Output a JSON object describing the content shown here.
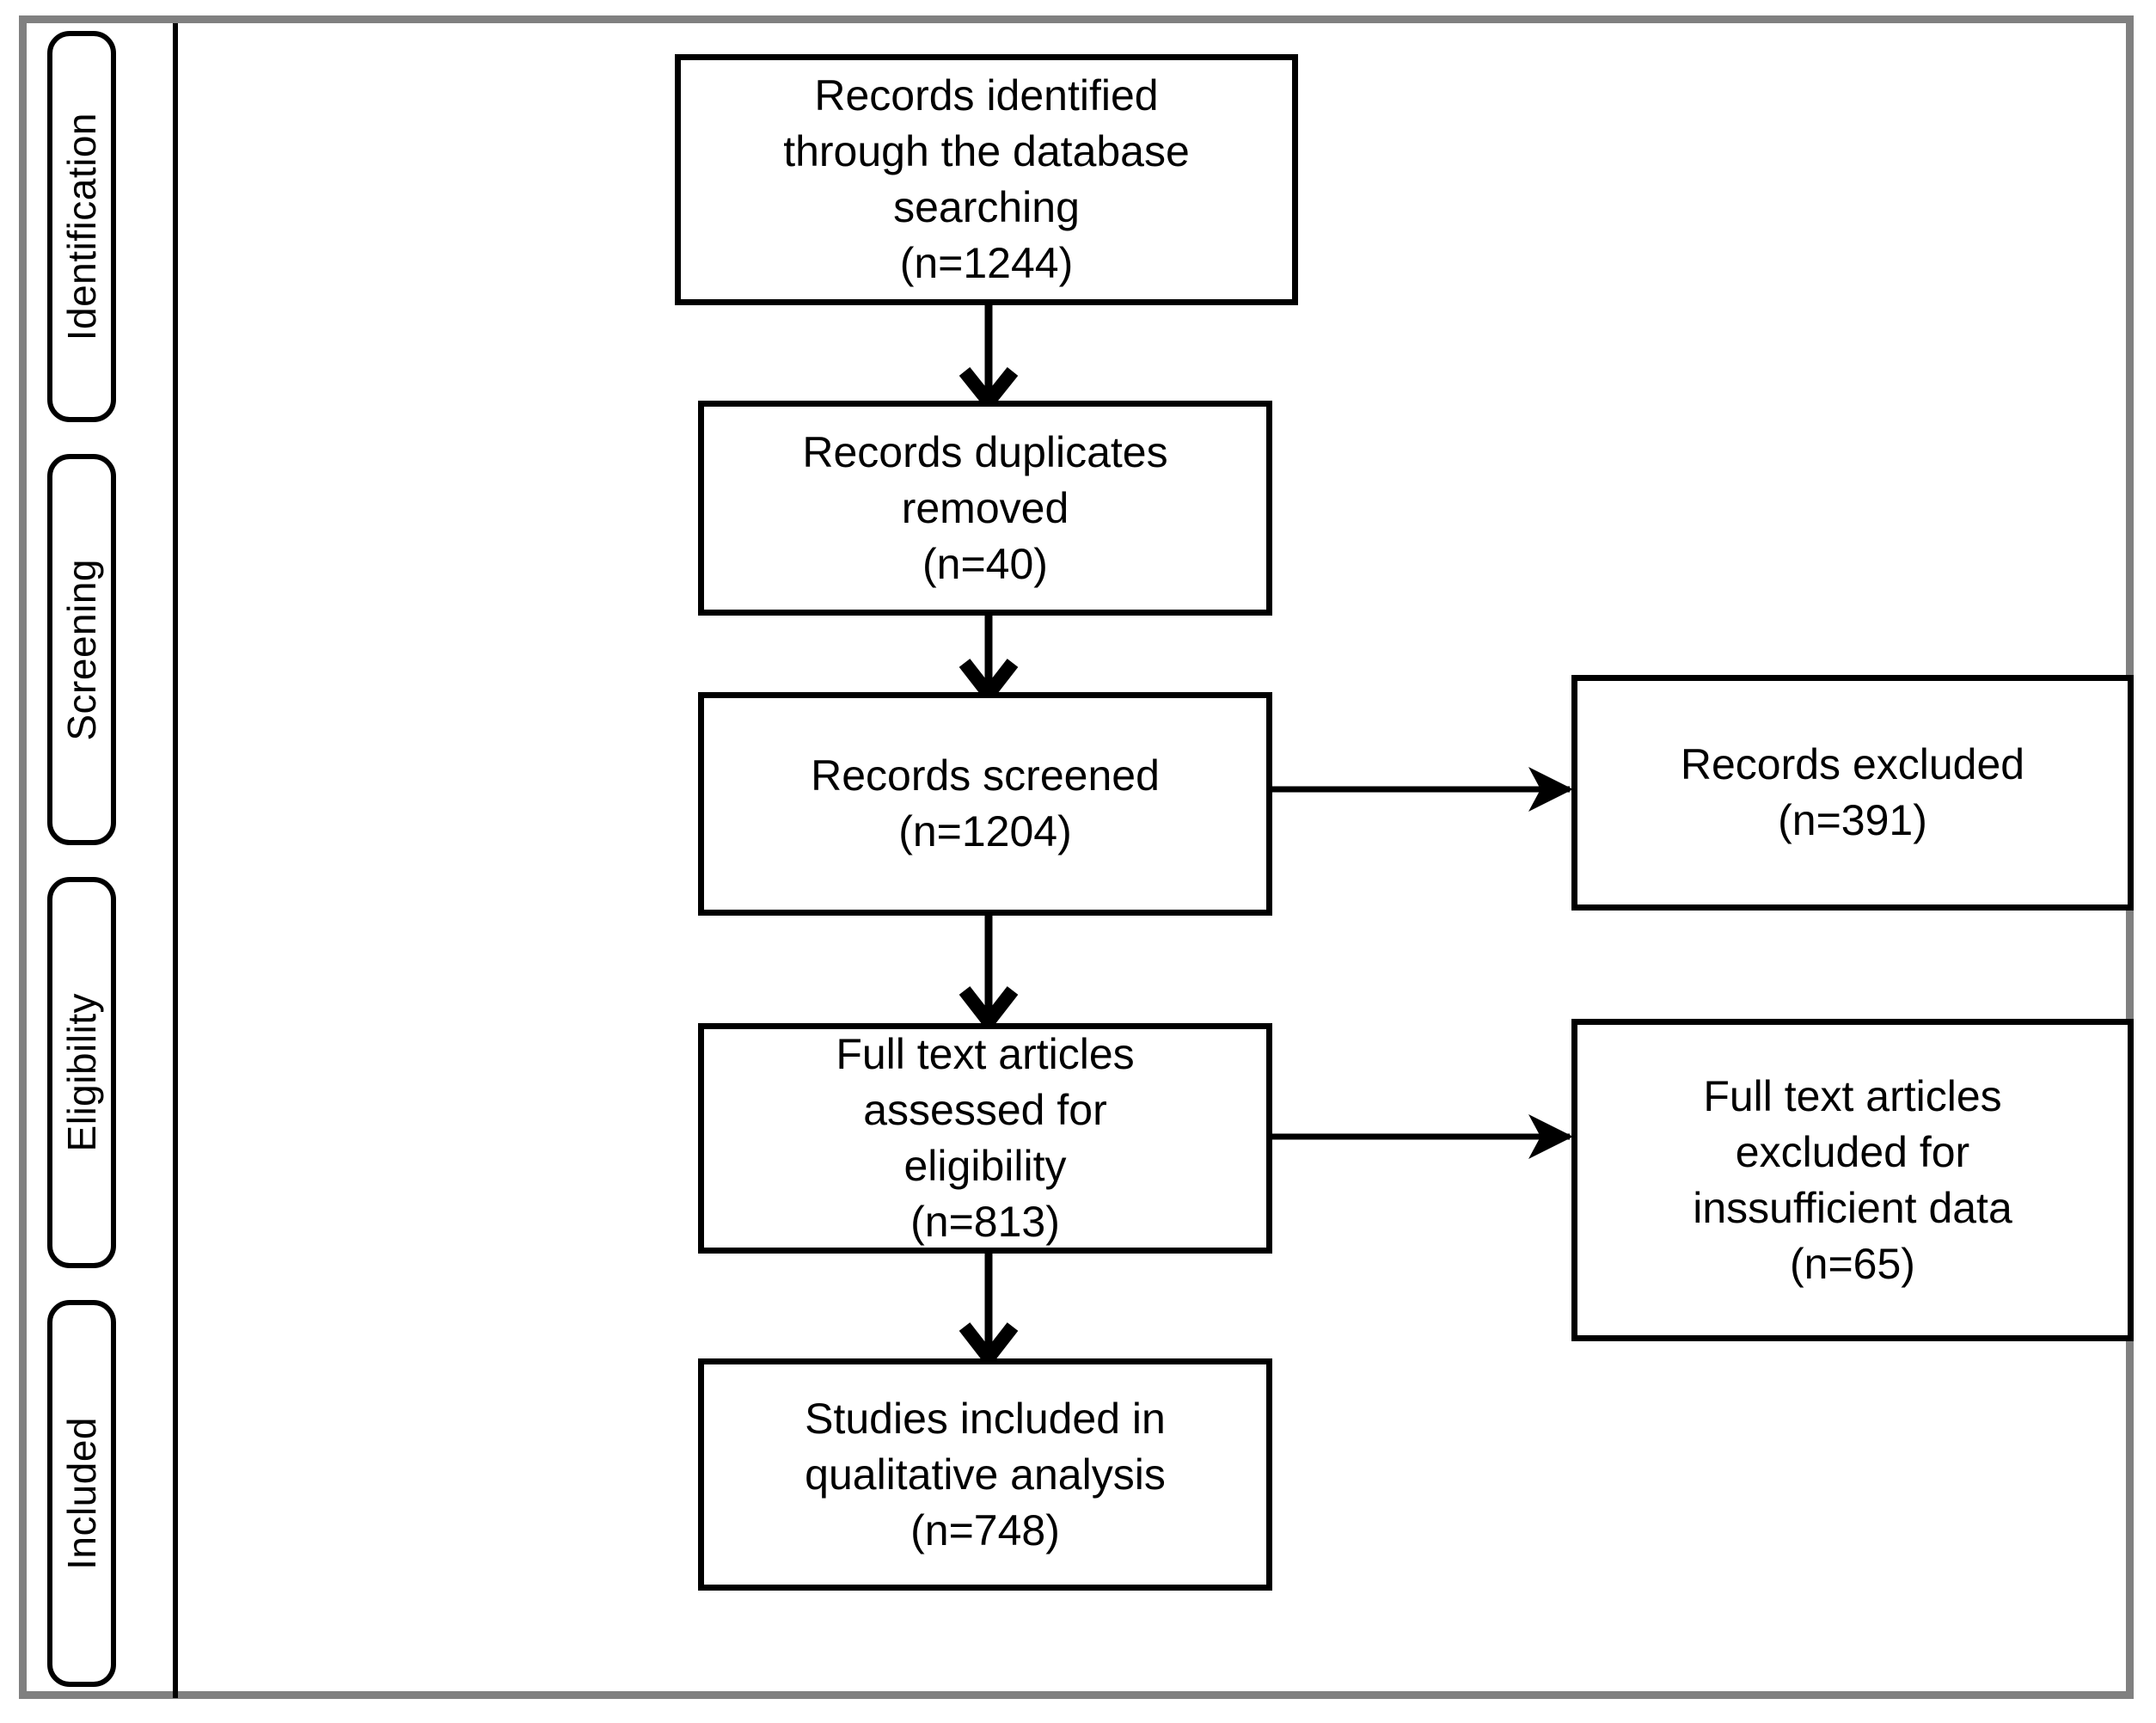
{
  "diagram": {
    "title": "PRISMA study selection flow diagram",
    "frame_color": "#808080",
    "line_color": "#000000",
    "background_color": "#ffffff"
  },
  "stages": [
    {
      "id": "identification",
      "label": "Identification"
    },
    {
      "id": "screening",
      "label": "Screening"
    },
    {
      "id": "eligibility",
      "label": "Eligibility"
    },
    {
      "id": "included",
      "label": "Included"
    }
  ],
  "boxes": {
    "identified": {
      "text": "Records identified\nthrough the database\nsearching\n(n=1244)",
      "n": 1244
    },
    "duplicates_removed": {
      "text": "Records duplicates\nremoved\n(n=40)",
      "n": 40
    },
    "screened": {
      "text": "Records screened\n(n=1204)",
      "n": 1204
    },
    "records_excluded": {
      "text": "Records excluded\n(n=391)",
      "n": 391
    },
    "fulltext_assessed": {
      "text": "Full text articles\nassessed for\neligibility\n(n=813)",
      "n": 813
    },
    "fulltext_excluded": {
      "text": "Full text articles\nexcluded for\ninssufficient data\n(n=65)",
      "n": 65
    },
    "included_studies": {
      "text": "Studies included in\nqualitative analysis\n(n=748)",
      "n": 748
    }
  },
  "arrows": [
    {
      "id": "identified-to-duplicates",
      "direction": "down"
    },
    {
      "id": "duplicates-to-screened",
      "direction": "down"
    },
    {
      "id": "screened-to-excluded",
      "direction": "right"
    },
    {
      "id": "screened-to-fulltext",
      "direction": "down"
    },
    {
      "id": "fulltext-to-excluded",
      "direction": "right"
    },
    {
      "id": "fulltext-to-included",
      "direction": "down"
    }
  ]
}
